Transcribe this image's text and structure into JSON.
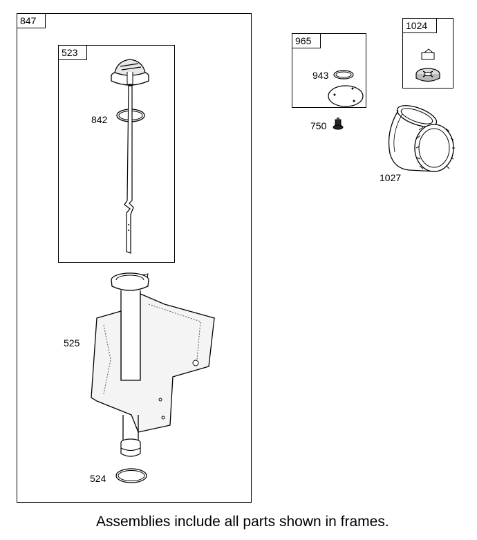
{
  "diagram": {
    "frames": {
      "f847": "847",
      "f523": "523",
      "f965": "965",
      "f1024": "1024"
    },
    "callouts": {
      "c842": "842",
      "c525": "525",
      "c524": "524",
      "c943": "943",
      "c750": "750",
      "c1027": "1027"
    },
    "caption": "Assemblies include all parts shown in frames."
  }
}
